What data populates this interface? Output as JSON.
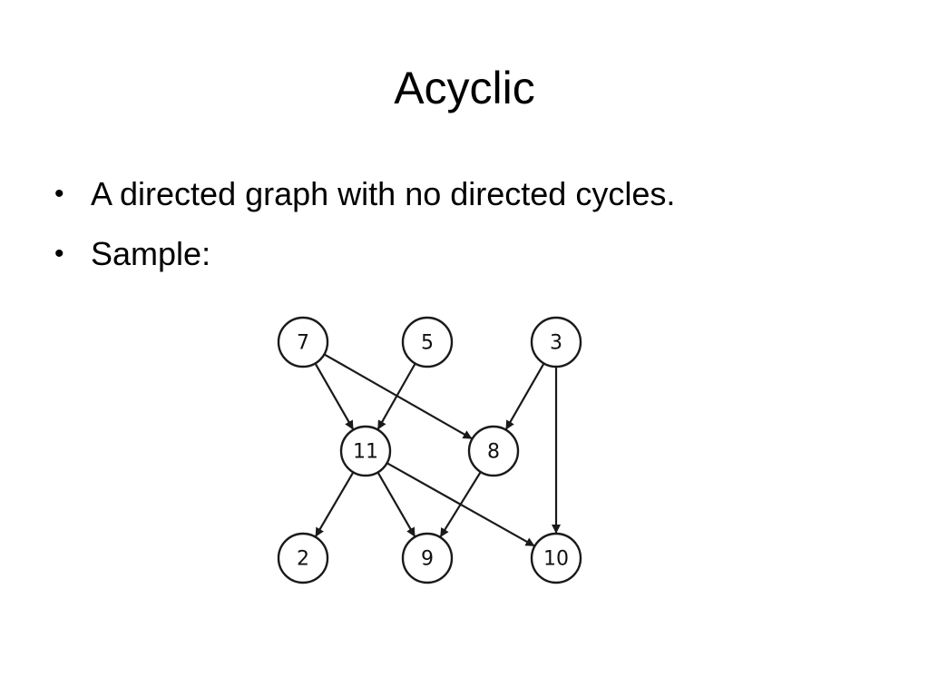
{
  "slide": {
    "title": "Acyclic",
    "bullets": [
      "A directed graph with no directed cycles.",
      "Sample:"
    ],
    "bullet_symbol": "•"
  },
  "graph": {
    "directed": true,
    "nodes": [
      {
        "id": "7",
        "label": "7"
      },
      {
        "id": "5",
        "label": "5"
      },
      {
        "id": "3",
        "label": "3"
      },
      {
        "id": "11",
        "label": "11"
      },
      {
        "id": "8",
        "label": "8"
      },
      {
        "id": "2",
        "label": "2"
      },
      {
        "id": "9",
        "label": "9"
      },
      {
        "id": "10",
        "label": "10"
      }
    ],
    "edges": [
      {
        "from": "7",
        "to": "11"
      },
      {
        "from": "7",
        "to": "8"
      },
      {
        "from": "5",
        "to": "11"
      },
      {
        "from": "3",
        "to": "8"
      },
      {
        "from": "3",
        "to": "10"
      },
      {
        "from": "11",
        "to": "2"
      },
      {
        "from": "11",
        "to": "9"
      },
      {
        "from": "11",
        "to": "10"
      },
      {
        "from": "8",
        "to": "9"
      }
    ],
    "stroke_color": "#1a1a1a"
  }
}
